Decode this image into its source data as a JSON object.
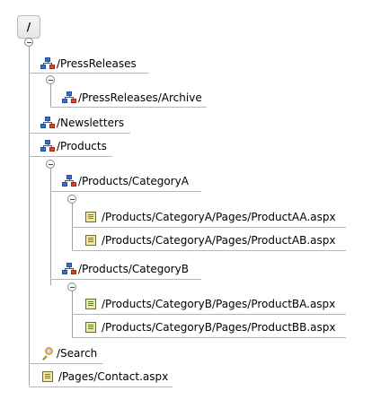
{
  "root": {
    "label": "/"
  },
  "nodes": {
    "press_releases": "/PressReleases",
    "press_releases_archive": "/PressReleases/Archive",
    "newsletters": "/Newsletters",
    "products": "/Products",
    "category_a": "/Products/CategoryA",
    "product_aa": "/Products/CategoryA/Pages/ProductAA.aspx",
    "product_ab": "/Products/CategoryA/Pages/ProductAB.aspx",
    "category_b": "/Products/CategoryB",
    "product_ba": "/Products/CategoryB/Pages/ProductBA.aspx",
    "product_bb": "/Products/CategoryB/Pages/ProductBB.aspx",
    "search": "/Search",
    "contact": "/Pages/Contact.aspx"
  },
  "icons": {
    "site_node": "sitemap-icon",
    "page": "page-icon",
    "search": "search-icon",
    "collapse": "collapse-toggle-icon"
  },
  "colors": {
    "connector_line": "#b8b8b8",
    "node_blue": "#3a6fc4",
    "node_red": "#d8452f",
    "page_fill": "#f3e7a6"
  }
}
